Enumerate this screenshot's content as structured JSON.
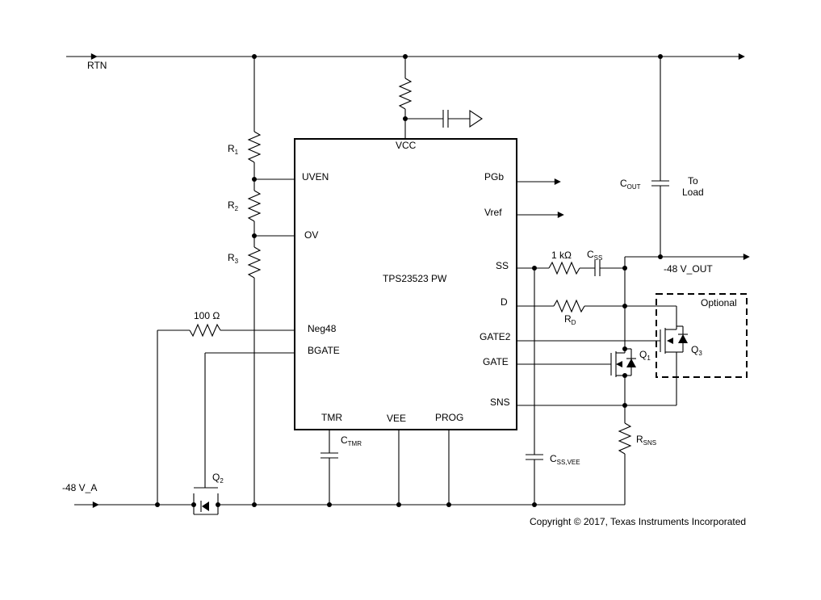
{
  "labels": {
    "rtn": "RTN",
    "neg48_in": "-48 V_A",
    "neg48_out": "-48 V_OUT",
    "to": "To",
    "load": "Load",
    "optional": "Optional",
    "copyright": "Copyright © 2017, Texas Instruments Incorporated"
  },
  "chip": {
    "name": "TPS23523 PW",
    "pins": {
      "vcc": "VCC",
      "uven": "UVEN",
      "ov": "OV",
      "neg48": "Neg48",
      "bgate": "BGATE",
      "tmr": "TMR",
      "vee": "VEE",
      "prog": "PROG",
      "pgb": "PGb",
      "vref": "Vref",
      "ss": "SS",
      "d": "D",
      "gate2": "GATE2",
      "gate": "GATE",
      "sns": "SNS"
    }
  },
  "components": {
    "r1": {
      "base": "R",
      "sub": "1"
    },
    "r2": {
      "base": "R",
      "sub": "2"
    },
    "r3": {
      "base": "R",
      "sub": "3"
    },
    "r100": "100 Ω",
    "r1k": "1 kΩ",
    "rd": {
      "base": "R",
      "sub": "D"
    },
    "rsns": {
      "base": "R",
      "sub": "SNS"
    },
    "cout": {
      "base": "C",
      "sub": "OUT"
    },
    "css": {
      "base": "C",
      "sub": "SS"
    },
    "ctmr": {
      "base": "C",
      "sub": "TMR"
    },
    "cssvee": {
      "base": "C",
      "sub": "SS,VEE"
    },
    "q1": {
      "base": "Q",
      "sub": "1"
    },
    "q2": {
      "base": "Q",
      "sub": "2"
    },
    "q3": {
      "base": "Q",
      "sub": "3"
    }
  }
}
